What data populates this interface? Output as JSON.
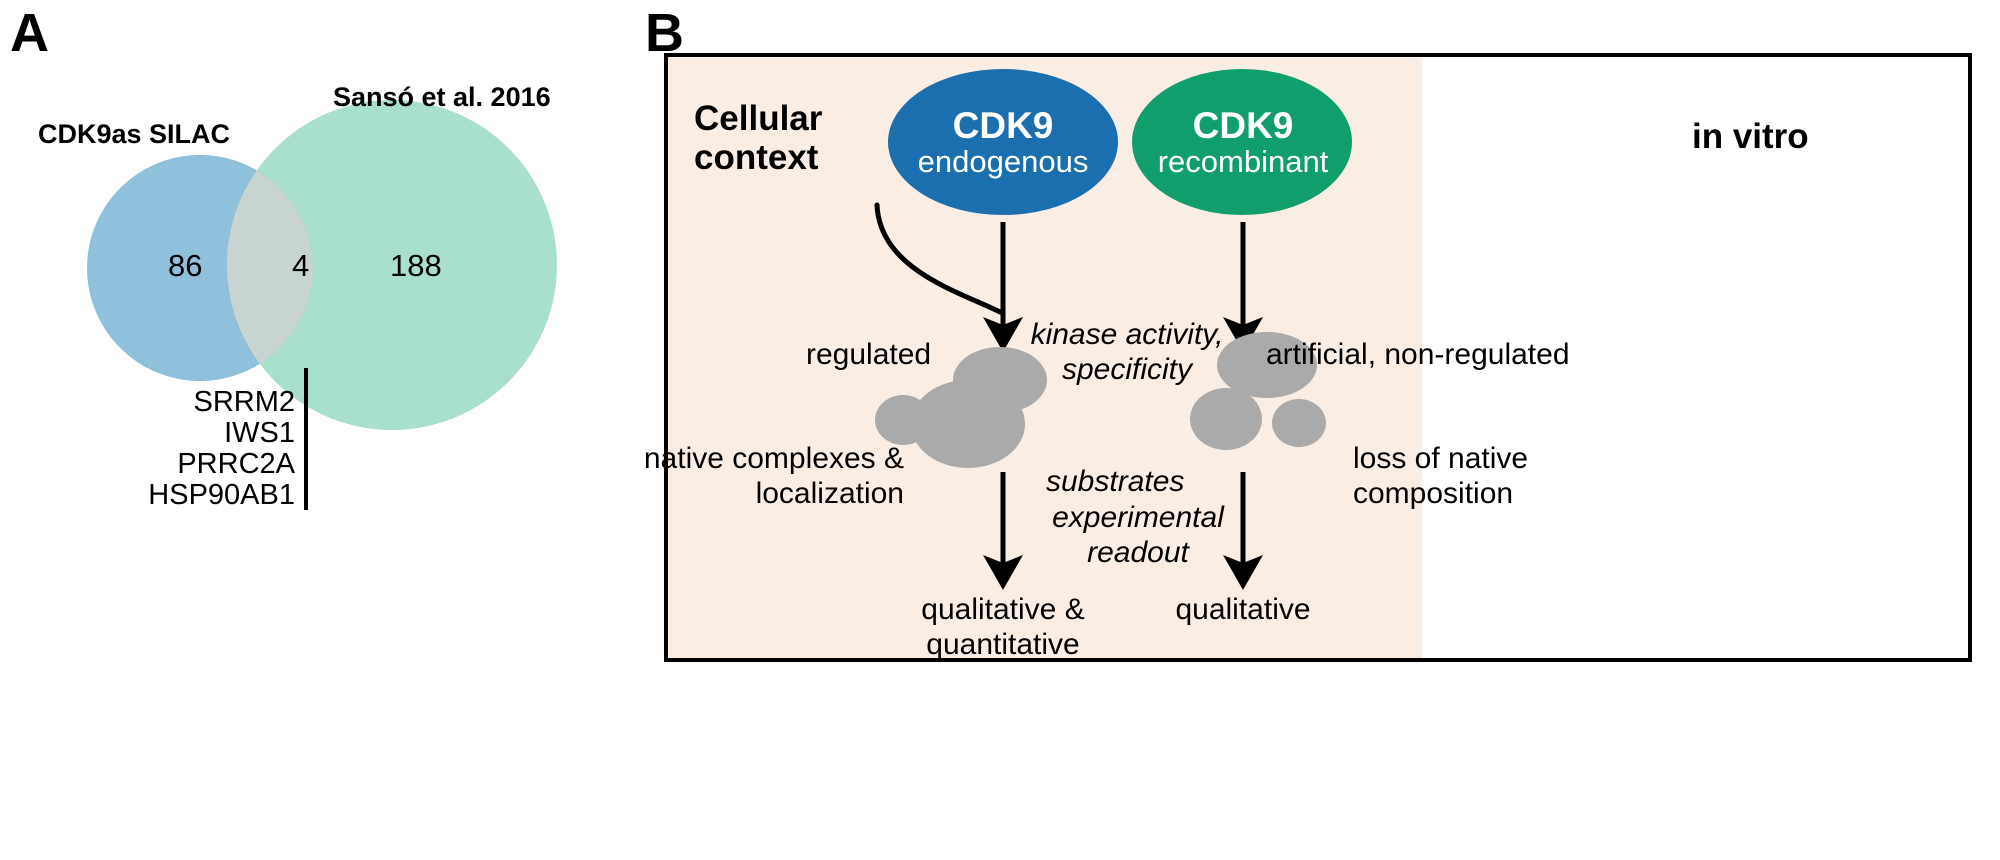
{
  "figure": {
    "panel_a_letter": "A",
    "panel_b_letter": "B"
  },
  "panel_a": {
    "type": "venn",
    "set_left_label": "CDK9as SILAC",
    "set_right_label": "Sansó et al. 2016",
    "left_only_count": "86",
    "intersection_count": "4",
    "right_only_count": "188",
    "left_fill": "#8FC0DC",
    "right_fill": "#A8DFCD",
    "intersection_fill": "#C8D4D2",
    "shared_genes": [
      "SRRM2",
      "IWS1",
      "PRRC2A",
      "HSP90AB1"
    ]
  },
  "panel_b": {
    "left_region_label": "Cellular\ncontext",
    "left_region_label_line1": "Cellular",
    "left_region_label_line2": "context",
    "right_region_label": "in vitro",
    "left_region_fill": "#F9EDE4",
    "right_region_fill": "#FFFFFF",
    "border_color": "#000000",
    "nodes": {
      "endogenous": {
        "title": "CDK9",
        "subtitle": "endogenous",
        "fill": "#1B6FAE"
      },
      "recombinant": {
        "title": "CDK9",
        "subtitle": "recombinant",
        "fill": "#0F9E6C"
      }
    },
    "annotations": {
      "regulated": "regulated",
      "kinase_activity_line1": "kinase activity,",
      "kinase_activity_line2": "specificity",
      "artificial": "artificial, non-regulated",
      "substrates": "substrates",
      "experimental_readout_line1": "experimental",
      "experimental_readout_line2": "readout"
    },
    "left_outcomes": {
      "substrate_state_line1": "native complexes &",
      "substrate_state_line2": "localization",
      "readout_line1": "qualitative &",
      "readout_line2": "quantitative"
    },
    "right_outcomes": {
      "substrate_state_line1": "loss of native",
      "substrate_state_line2": "composition",
      "readout_line1": "qualitative",
      "readout_line2": ""
    },
    "blob_fill": "#AAAAAA"
  }
}
